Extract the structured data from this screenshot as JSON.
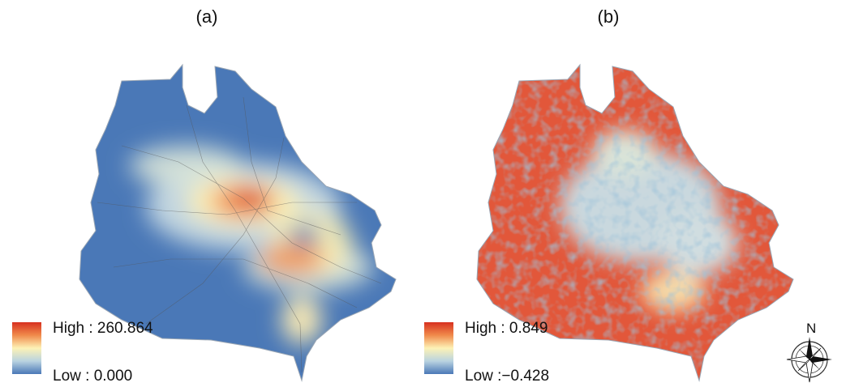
{
  "panels": [
    {
      "label": "(a)",
      "legend": {
        "high": "High : 260.864",
        "low": "Low :  0.000"
      }
    },
    {
      "label": "(b)",
      "legend": {
        "high": "High : 0.849",
        "low": "Low :−0.428"
      }
    }
  ],
  "north_arrow": {
    "label": "N"
  },
  "colors": {
    "high": "#d7301f",
    "mid_high": "#f08a4b",
    "mid": "#fdf2b6",
    "mid_low": "#b9d3e0",
    "low": "#4a78b7"
  }
}
